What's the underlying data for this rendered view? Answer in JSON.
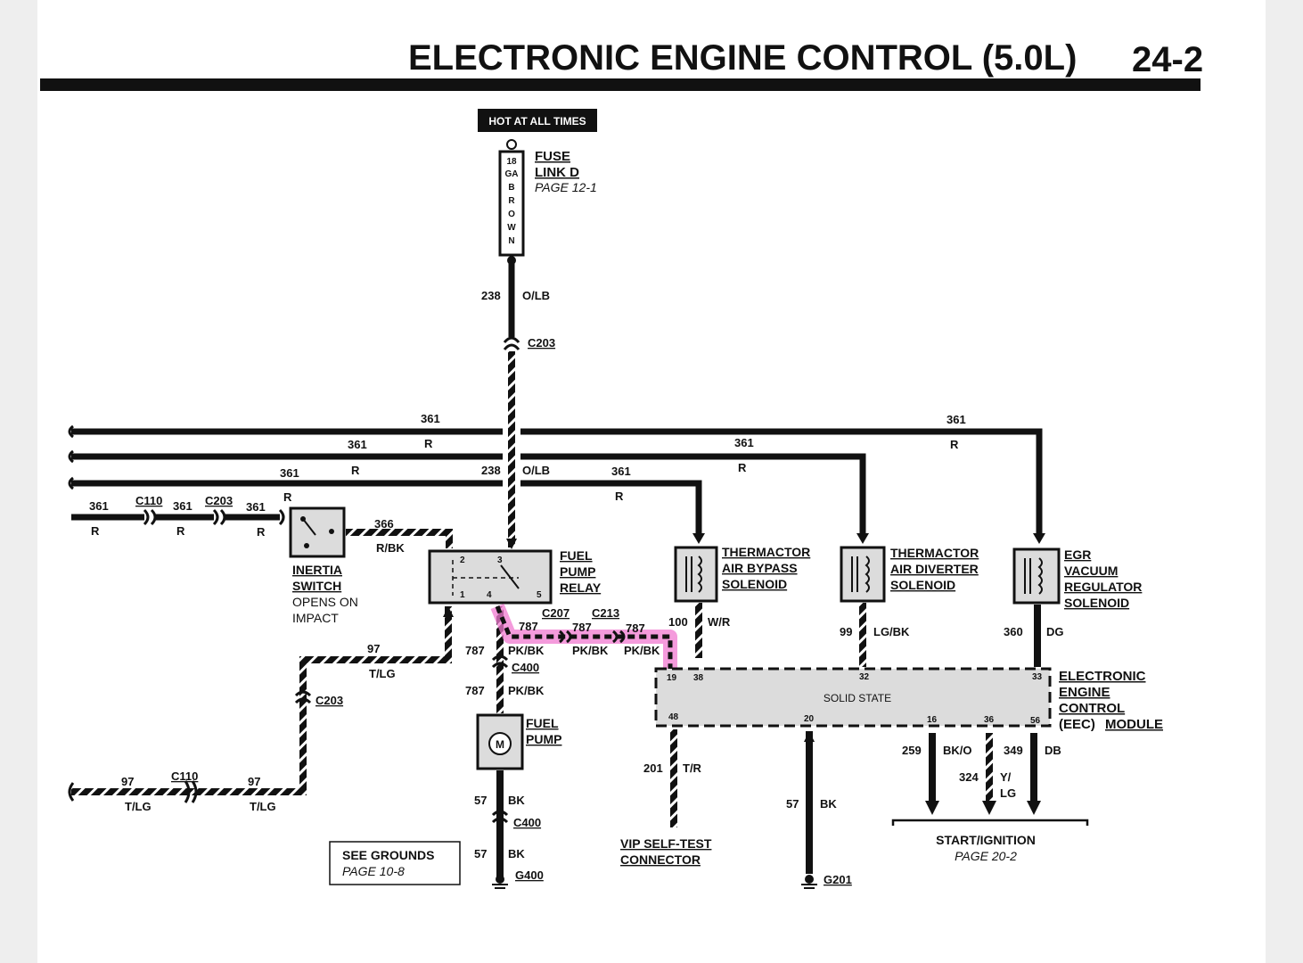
{
  "header": {
    "title": "ELECTRONIC ENGINE CONTROL (5.0L)",
    "page_number": "24-2"
  },
  "hot_box": "HOT AT ALL TIMES",
  "fuse": {
    "wire_vertical": [
      "18",
      "GA",
      "B",
      "R",
      "O",
      "W",
      "N"
    ],
    "name1": "FUSE",
    "name2": "LINK D",
    "page": "PAGE 12-1"
  },
  "circuits": {
    "c238": "238",
    "olb": "O/LB",
    "c361": "361",
    "r": "R",
    "c366": "366",
    "rbk": "R/BK",
    "c97": "97",
    "tlg": "T/LG",
    "c787": "787",
    "pkbk": "PK/BK",
    "c100": "100",
    "wr": "W/R",
    "c99": "99",
    "lgbk": "LG/BK",
    "c360": "360",
    "dg": "DG",
    "c201": "201",
    "tr": "T/R",
    "c57": "57",
    "bk": "BK",
    "c259": "259",
    "bko": "BK/O",
    "c324": "324",
    "y": "Y/",
    "lg": "LG",
    "c349": "349",
    "db": "DB"
  },
  "connectors": {
    "c203": "C203",
    "c110": "C110",
    "c207": "C207",
    "c213": "C213",
    "c400": "C400",
    "g400": "G400",
    "g201": "G201"
  },
  "components": {
    "inertia": [
      "INERTIA",
      "SWITCH",
      "OPENS ON",
      "IMPACT"
    ],
    "relay": [
      "FUEL",
      "PUMP",
      "RELAY"
    ],
    "relay_pins": [
      "2",
      "3",
      "1",
      "4",
      "5"
    ],
    "pump": [
      "FUEL",
      "PUMP"
    ],
    "pump_symbol": "M",
    "thermactor_bypass": [
      "THERMACTOR",
      "AIR BYPASS",
      "SOLENOID"
    ],
    "thermactor_diverter": [
      "THERMACTOR",
      "AIR DIVERTER",
      "SOLENOID"
    ],
    "egr": [
      "EGR",
      "VACUUM",
      "REGULATOR",
      "SOLENOID"
    ],
    "eec": [
      "ELECTRONIC",
      "ENGINE",
      "CONTROL",
      "(EEC)",
      "MODULE"
    ],
    "eec_inner": "SOLID STATE",
    "eec_pins": [
      "19",
      "38",
      "32",
      "33",
      "48",
      "20",
      "16",
      "36",
      "56"
    ],
    "vip": [
      "VIP SELF-TEST",
      "CONNECTOR"
    ],
    "start_ignition": "START/IGNITION",
    "start_page": "PAGE 20-2",
    "grounds": [
      "SEE GROUNDS",
      "PAGE 10-8"
    ]
  },
  "colors": {
    "ink": "#111111",
    "highlight": "#f07ad0",
    "box_fill": "#dcdcdc"
  }
}
